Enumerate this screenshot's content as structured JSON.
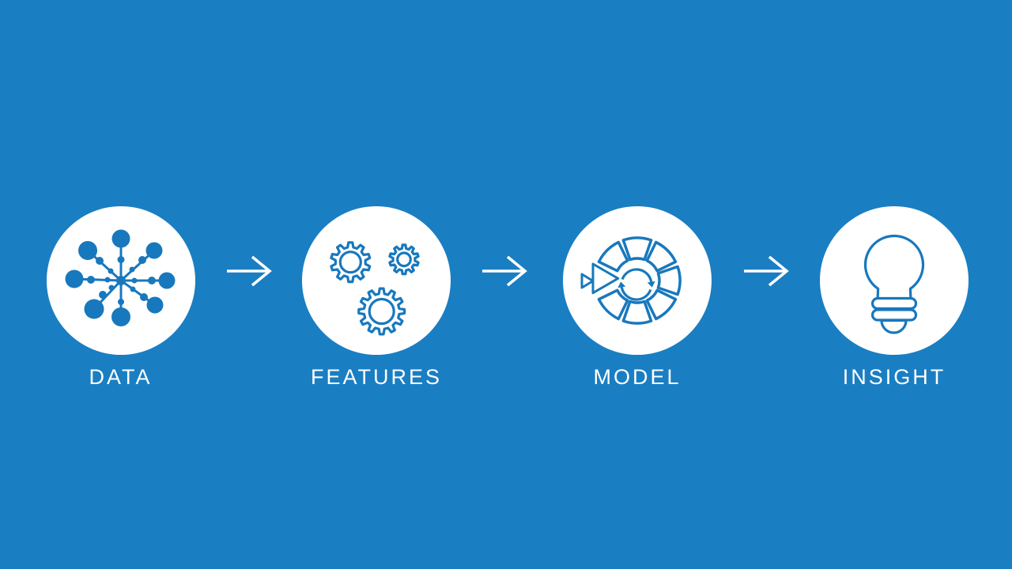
{
  "diagram_title": "data-to-insight pipeline",
  "colors": {
    "background": "#1a7ec2",
    "icon_blue": "#1878bd",
    "circle_fill": "#ffffff",
    "label_text": "#ffffff",
    "arrow": "#ffffff"
  },
  "steps": [
    {
      "label": "DATA",
      "icon": "data-network-icon"
    },
    {
      "label": "FEATURES",
      "icon": "gears-icon"
    },
    {
      "label": "MODEL",
      "icon": "model-cycle-icon"
    },
    {
      "label": "INSIGHT",
      "icon": "lightbulb-icon"
    }
  ],
  "connector": {
    "symbol": "right-arrow"
  }
}
